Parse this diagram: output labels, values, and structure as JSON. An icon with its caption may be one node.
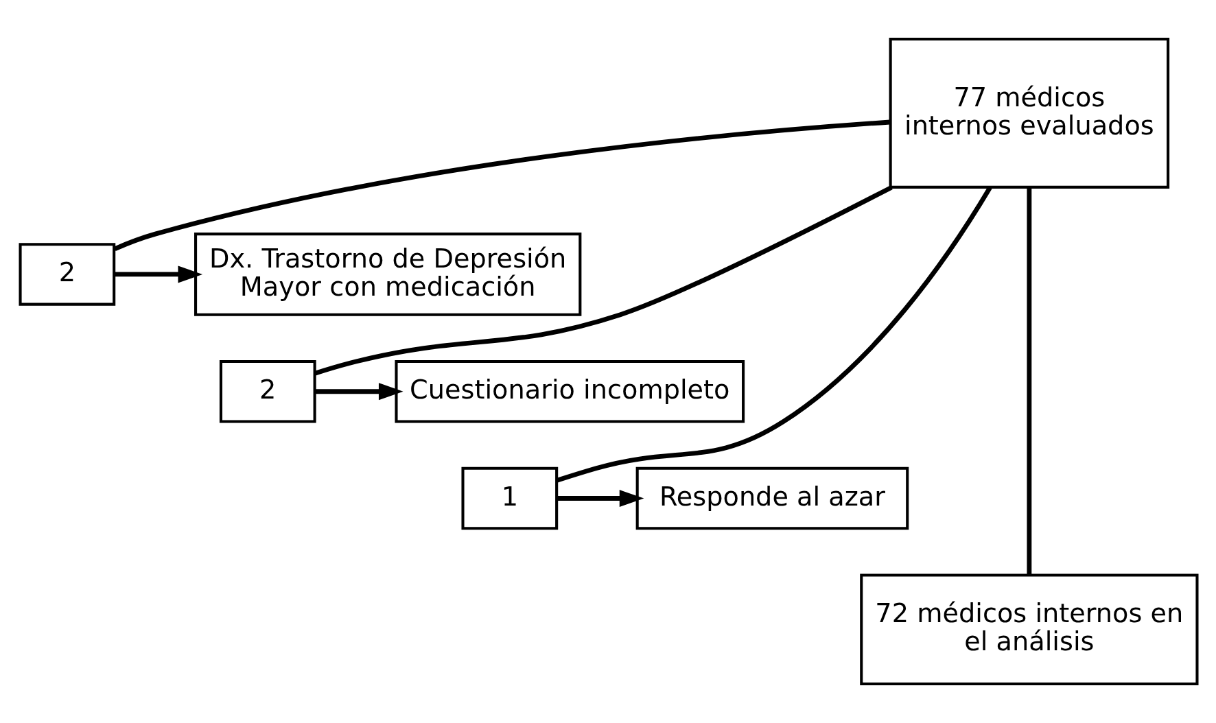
{
  "diagram": {
    "nodes": [
      {
        "text": [
          "77 médicos internos evaluados"
        ]
      },
      {
        "text": [
          "2"
        ]
      },
      {
        "text": [
          "Dx. Trastorno de Depresión Mayor con medicación"
        ]
      },
      {
        "text": [
          "2"
        ]
      },
      {
        "text": [
          "Cuestionario incompleto"
        ]
      },
      {
        "text": [
          "1"
        ]
      },
      {
        "text": [
          "Responde al azar"
        ]
      },
      {
        "text": [
          "72 médicos internos en el análisis"
        ]
      }
    ],
    "edges": [
      {
        "from": 0,
        "to": 7,
        "arrow": "none"
      },
      {
        "from": 0,
        "to": 1,
        "arrow": "none"
      },
      {
        "from": 1,
        "to": 2,
        "arrow": "to"
      },
      {
        "from": 0,
        "to": 3,
        "arrow": "none"
      },
      {
        "from": 3,
        "to": 4,
        "arrow": "to"
      },
      {
        "from": 0,
        "to": 5,
        "arrow": "none"
      },
      {
        "from": 5,
        "to": 6,
        "arrow": "to"
      }
    ]
  }
}
